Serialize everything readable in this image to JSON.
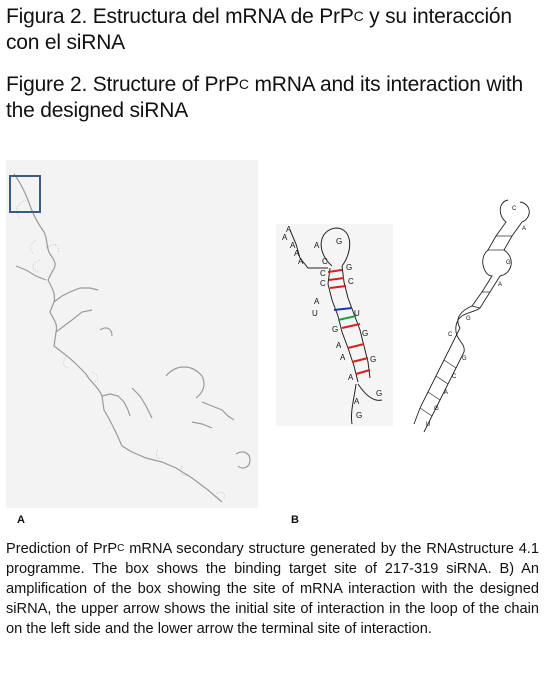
{
  "title_es": {
    "prefix": "Figura 2. Estructura del mRNA de Pr",
    "sub": "P",
    "sup": "C",
    "suffix": " y su interacción con el siRNA"
  },
  "title_en": {
    "prefix": "Figure 2. Structure of Pr",
    "sub": "P",
    "sup": "C",
    "suffix": " mRNA and its interaction with the designed siRNA"
  },
  "panels": {
    "a_label": "A",
    "b_label": "B"
  },
  "caption": {
    "prefix": "Prediction of Pr",
    "sub": "P",
    "sup": "C",
    "suffix": " mRNA secondary structure generated by the RNAstructure 4.1 programme. The box shows the binding target site of 217-319 siRNA. B) An amplification of the box showing the site of mRNA interaction with the designed siRNA, the upper arrow shows the initial site of interaction in the loop of the chain on the left side and the lower arrow the terminal site of interaction."
  },
  "colors": {
    "box": "#3b5a86",
    "pair_red": "#d62020",
    "pair_blue": "#2030c0",
    "pair_green": "#20a040"
  }
}
